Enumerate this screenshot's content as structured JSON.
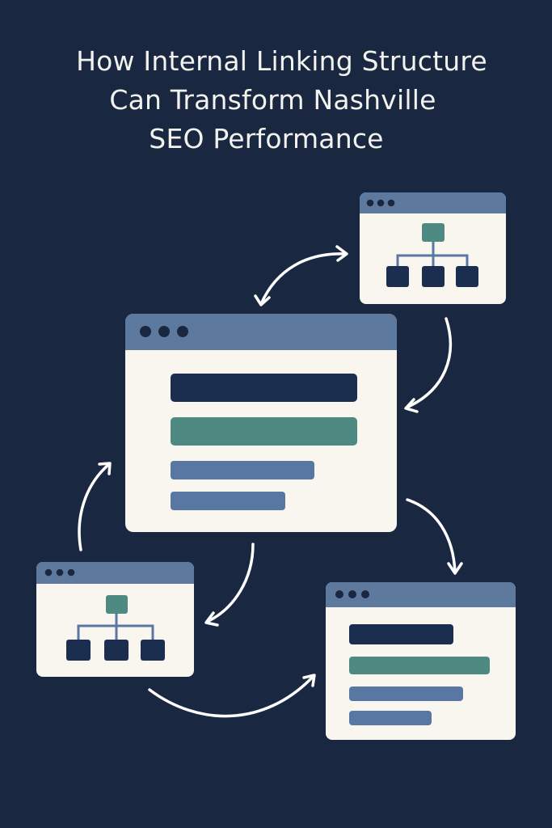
{
  "title": {
    "line_1": "How Internal Linking Structure",
    "line_2": "Can Transform Nashville",
    "line_3": "SEO Performance"
  },
  "colors": {
    "background": "#192741",
    "page": "#f9f6f0",
    "window_bar": "#5d7a9e",
    "dots": "#192741",
    "dark_bar": "#1c2e50",
    "teal": "#4f8a82",
    "blue_bar": "#5878a3",
    "arrow": "#ffffff"
  },
  "icons": {
    "browser_window": "browser-window-icon",
    "site_hierarchy": "sitemap-icon",
    "link_arrow": "curved-arrow-icon"
  }
}
